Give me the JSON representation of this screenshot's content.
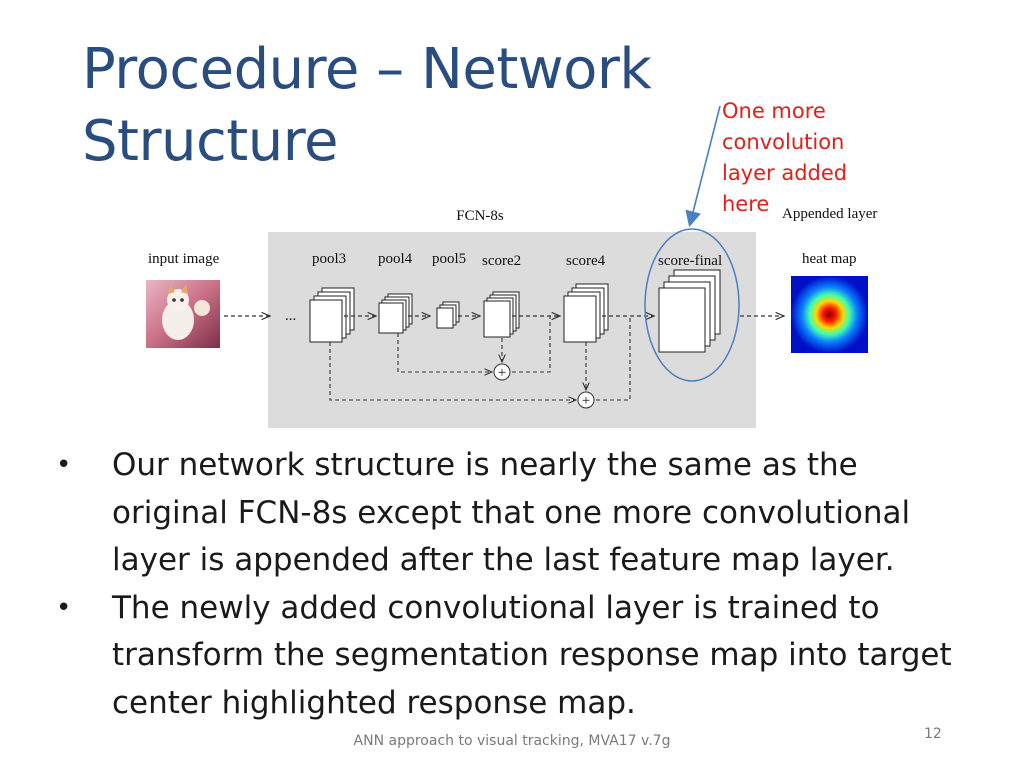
{
  "slide": {
    "title_lines": [
      "Procedure – Network",
      "Structure"
    ],
    "annotation_lines": [
      "One more",
      "convolution",
      "layer added",
      "here"
    ],
    "annotation_color": "#e0201b",
    "title_color": "#2a4d80"
  },
  "diagram": {
    "network_name": "FCN-8s",
    "appended_layer_label": "Appended layer",
    "input_label": "input image",
    "output_label": "heat map",
    "ellipsis": "...",
    "layer_labels": [
      "pool3",
      "pool4",
      "pool5",
      "score2",
      "score4",
      "score-final"
    ],
    "plus_symbol": "+"
  },
  "bullets": [
    {
      "lines": [
        "Our network structure is nearly the same as the",
        "original FCN-8s except that one more convolutional",
        "layer is appended after the last feature map layer."
      ]
    },
    {
      "lines": [
        "The newly added convolutional layer is trained to",
        "transform the segmentation response map into target",
        "center highlighted response map."
      ]
    }
  ],
  "footer": {
    "text": "ANN approach to visual tracking, MVA17 v.7g",
    "page_number": "12"
  }
}
